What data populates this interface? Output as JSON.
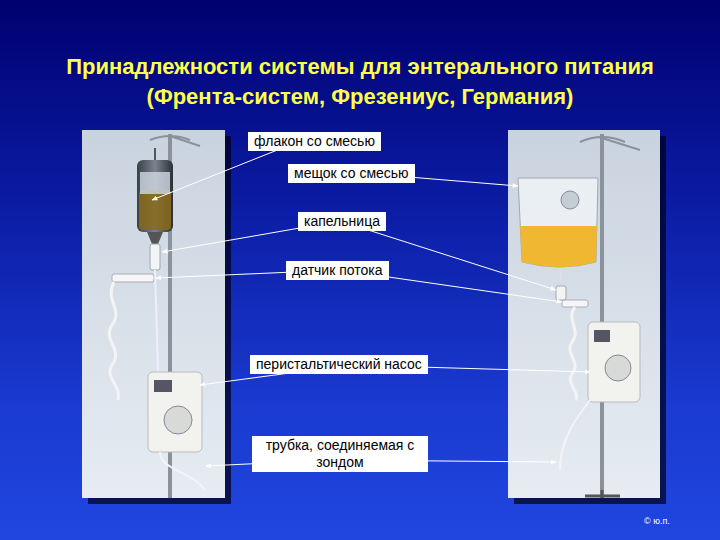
{
  "diagram": {
    "title": "Принадлежности системы для энтерального питания (Френта-систем, Фрезениус, Германия)",
    "nodes": [
      {
        "text": [
          "флакон со смесью"
        ]
      },
      {
        "text": [
          "мещок со смесью"
        ]
      },
      {
        "text": [
          "капельница"
        ]
      },
      {
        "text": [
          "датчик потока"
        ]
      },
      {
        "text": [
          "перистальтический насос"
        ]
      },
      {
        "text": [
          "трубка, соединяемая с зондом"
        ]
      }
    ],
    "labels": [
      "© ю.п."
    ]
  }
}
